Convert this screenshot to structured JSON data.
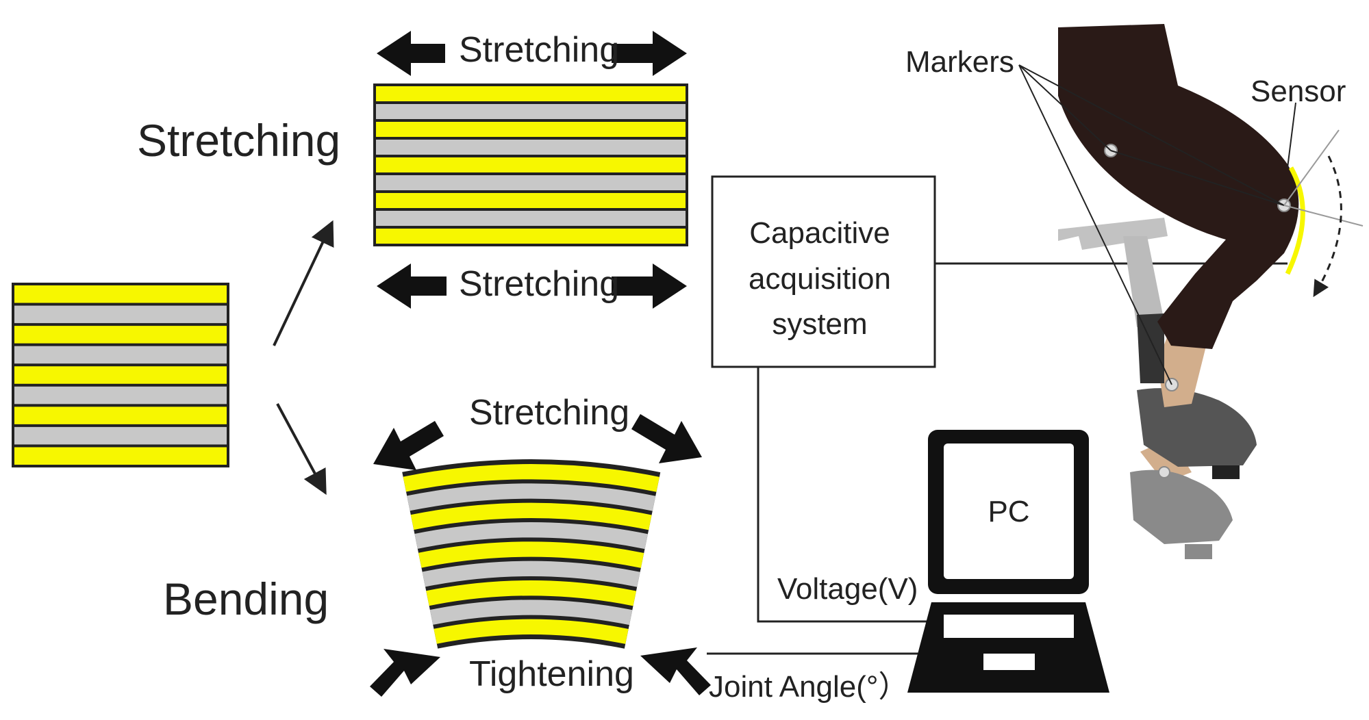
{
  "labels": {
    "left_stretching": "Stretching",
    "left_bending": "Bending",
    "top_stretch_upper": "Stretching",
    "top_stretch_lower": "Stretching",
    "bend_stretch": "Stretching",
    "bend_tighten": "Tightening",
    "acq_line1": "Capacitive",
    "acq_line2": "acquisition",
    "acq_line3": "system",
    "pc": "PC",
    "voltage": "Voltage(V)",
    "joint_angle": "Joint Angle(°）",
    "markers": "Markers",
    "sensor": "Sensor"
  },
  "colors": {
    "yellow_stripe": "#f7f700",
    "gray_stripe": "#c8c8c8",
    "outline": "#222222",
    "pants": "#2a1a17",
    "skin": "#d2ae8c",
    "shoe_dark": "#555555",
    "shoe_light": "#8a8a8a",
    "bike_frame": "#c2c2c2"
  },
  "icons": [
    "double-arrow-icon",
    "arrow-icon",
    "laptop-icon",
    "marker-dot-icon"
  ]
}
